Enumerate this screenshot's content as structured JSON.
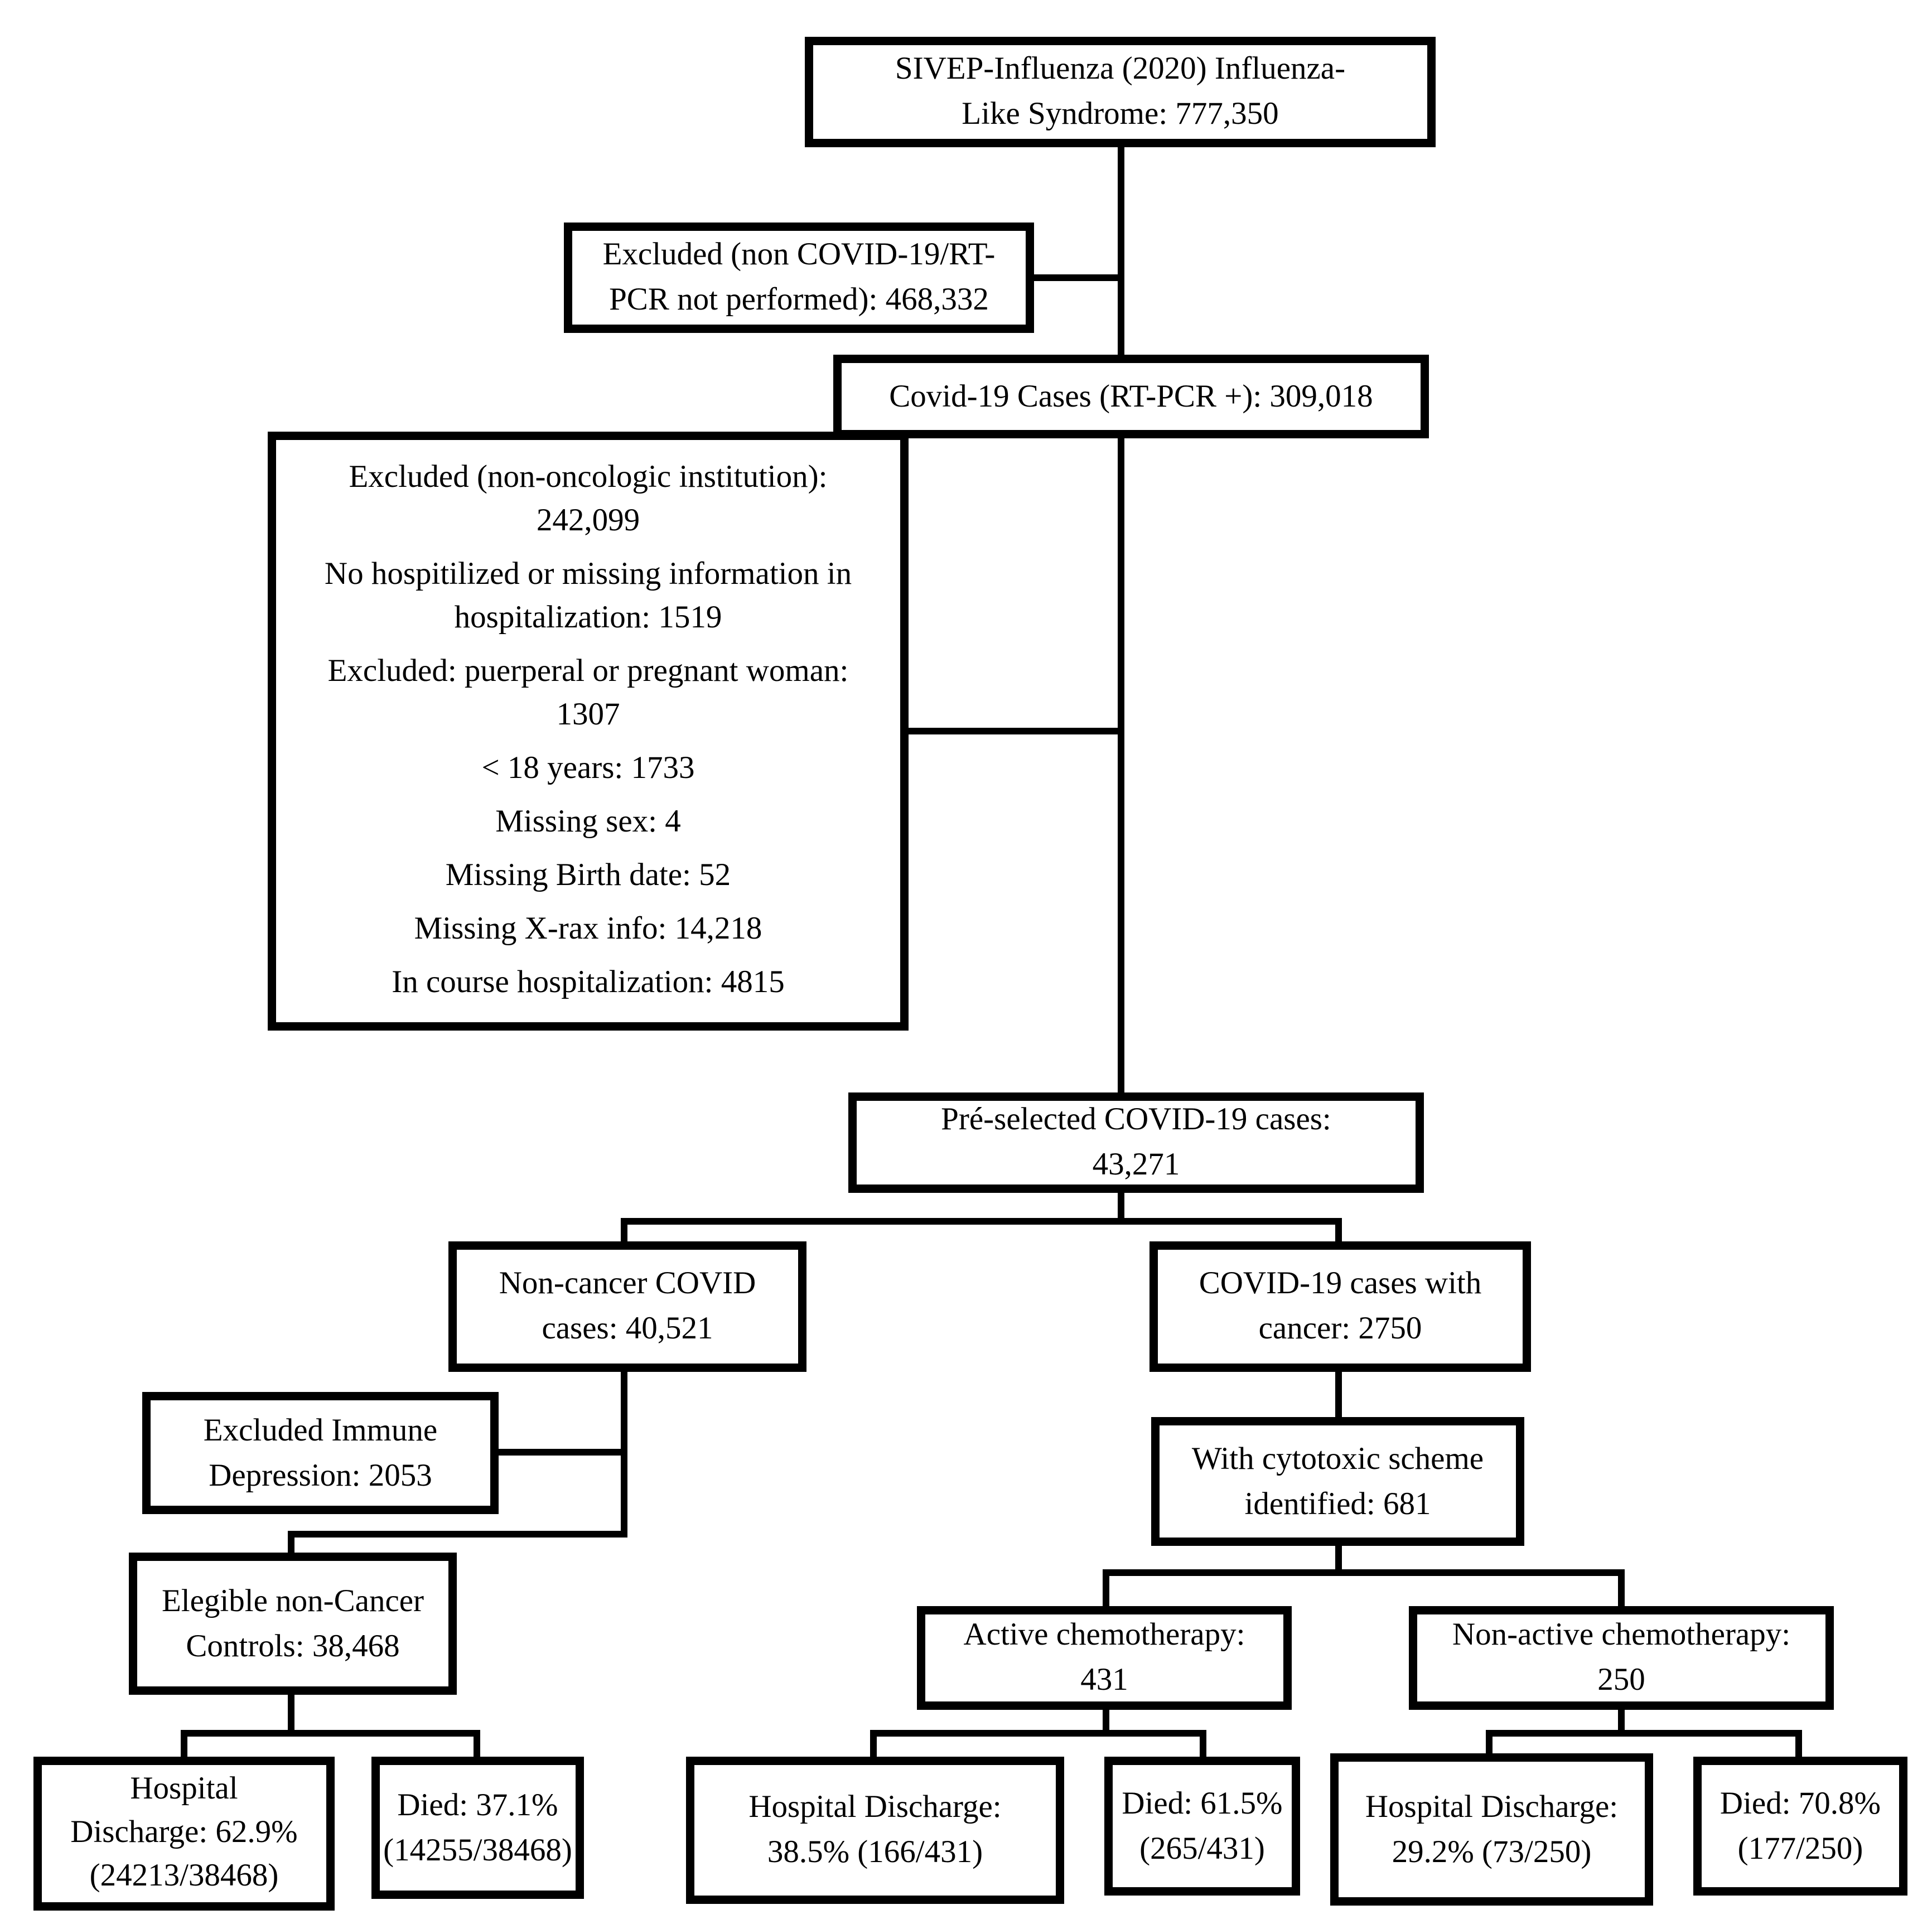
{
  "colors": {
    "line": "#000000",
    "box_border": "#000000",
    "box_bg": "#ffffff",
    "text": "#000000"
  },
  "nodes": {
    "sivep": {
      "lines": [
        "SIVEP-Influenza (2020) Influenza-",
        "Like Syndrome: 777,350"
      ]
    },
    "excluded_rtpcr": {
      "lines": [
        "Excluded (non COVID-19/RT-",
        "PCR not performed): 468,332"
      ]
    },
    "covid_cases": {
      "lines": [
        "Covid-19 Cases (RT-PCR +): 309,018"
      ]
    },
    "exclusions": {
      "entries": [
        {
          "lines": [
            "Excluded (non-oncologic institution):",
            "242,099"
          ]
        },
        {
          "lines": [
            "No hospitilized or missing information in",
            "hospitalization: 1519"
          ]
        },
        {
          "lines": [
            "Excluded: puerperal or pregnant woman:",
            "1307"
          ]
        },
        {
          "lines": [
            "< 18 years: 1733"
          ]
        },
        {
          "lines": [
            "Missing sex: 4"
          ]
        },
        {
          "lines": [
            "Missing Birth date: 52"
          ]
        },
        {
          "lines": [
            "Missing X-rax info: 14,218"
          ]
        },
        {
          "lines": [
            "In course hospitalization: 4815"
          ]
        }
      ]
    },
    "preselected": {
      "lines": [
        "Pré-selected COVID-19 cases:",
        "43,271"
      ]
    },
    "non_cancer": {
      "lines": [
        "Non-cancer COVID",
        "cases: 40,521"
      ]
    },
    "cancer": {
      "lines": [
        "COVID-19 cases with",
        "cancer: 2750"
      ]
    },
    "excluded_immune": {
      "lines": [
        "Excluded Immune",
        "Depression: 2053"
      ]
    },
    "cytotoxic": {
      "lines": [
        "With cytotoxic scheme",
        "identified: 681"
      ]
    },
    "elegible": {
      "lines": [
        "Elegible non-Cancer",
        "Controls: 38,468"
      ]
    },
    "active_chemo": {
      "lines": [
        "Active chemotherapy:",
        "431"
      ]
    },
    "non_active_chemo": {
      "lines": [
        "Non-active chemotherapy:",
        "250"
      ]
    },
    "hd_controls": {
      "lines": [
        "Hospital",
        "Discharge: 62.9%",
        "(24213/38468)"
      ]
    },
    "died_controls": {
      "lines": [
        "Died: 37.1%",
        "(14255/38468)"
      ]
    },
    "hd_active": {
      "lines": [
        "Hospital Discharge:",
        "38.5% (166/431)"
      ]
    },
    "died_active": {
      "lines": [
        "Died: 61.5%",
        "(265/431)"
      ]
    },
    "hd_nonactive": {
      "lines": [
        "Hospital Discharge:",
        "29.2% (73/250)"
      ]
    },
    "died_nonactive": {
      "lines": [
        "Died: 70.8%",
        "(177/250)"
      ]
    }
  }
}
